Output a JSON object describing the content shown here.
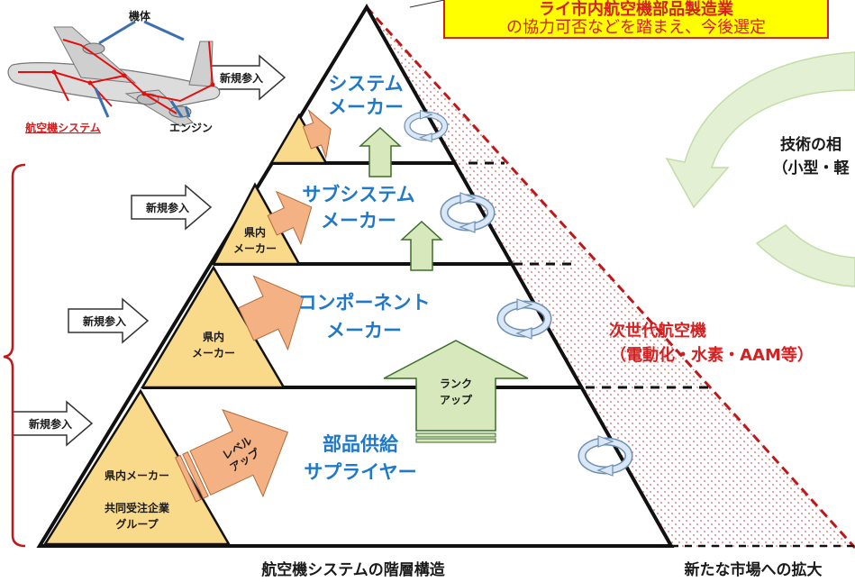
{
  "banner": {
    "line1": "ライ市内航空機部品製造業",
    "line2": "の協力可否などを踏まえ、今後選定"
  },
  "plane": {
    "label_airframe": "機体",
    "label_engine": "エンジン",
    "label_system": "航空機システム"
  },
  "new_entry": "新規参入",
  "tiers": {
    "system": [
      "システム",
      "メーカー"
    ],
    "subsystem": [
      "サブシステム",
      "メーカー"
    ],
    "component": [
      "コンポーネント",
      "メーカー"
    ],
    "supplier": [
      "部品供給",
      "サプライヤー"
    ]
  },
  "local": {
    "tier2": [
      "県内",
      "メーカー"
    ],
    "tier3": [
      "県内",
      "メーカー"
    ],
    "tier4_line1": "県内メーカー",
    "tier4_line2": "共同受注企業",
    "tier4_line3": "グループ"
  },
  "level_up": [
    "レベル",
    "アップ"
  ],
  "rank_up": [
    "ランク",
    "アップ"
  ],
  "next_gen": {
    "line1": "次世代航空機",
    "line2": "（電動化・水素・AAM等）"
  },
  "tech": {
    "line1": "技術の相",
    "line2": "（小型・軽"
  },
  "footer": {
    "left": "航空機システムの階層構造",
    "right": "新たな市場への拡大"
  },
  "colors": {
    "tier_title": "#1f78c8",
    "local_fill": "#f9d98a",
    "accent_red": "#d42020",
    "arrow_green": "#d6e8bc",
    "cycle_blue": "#d9e7f6"
  }
}
